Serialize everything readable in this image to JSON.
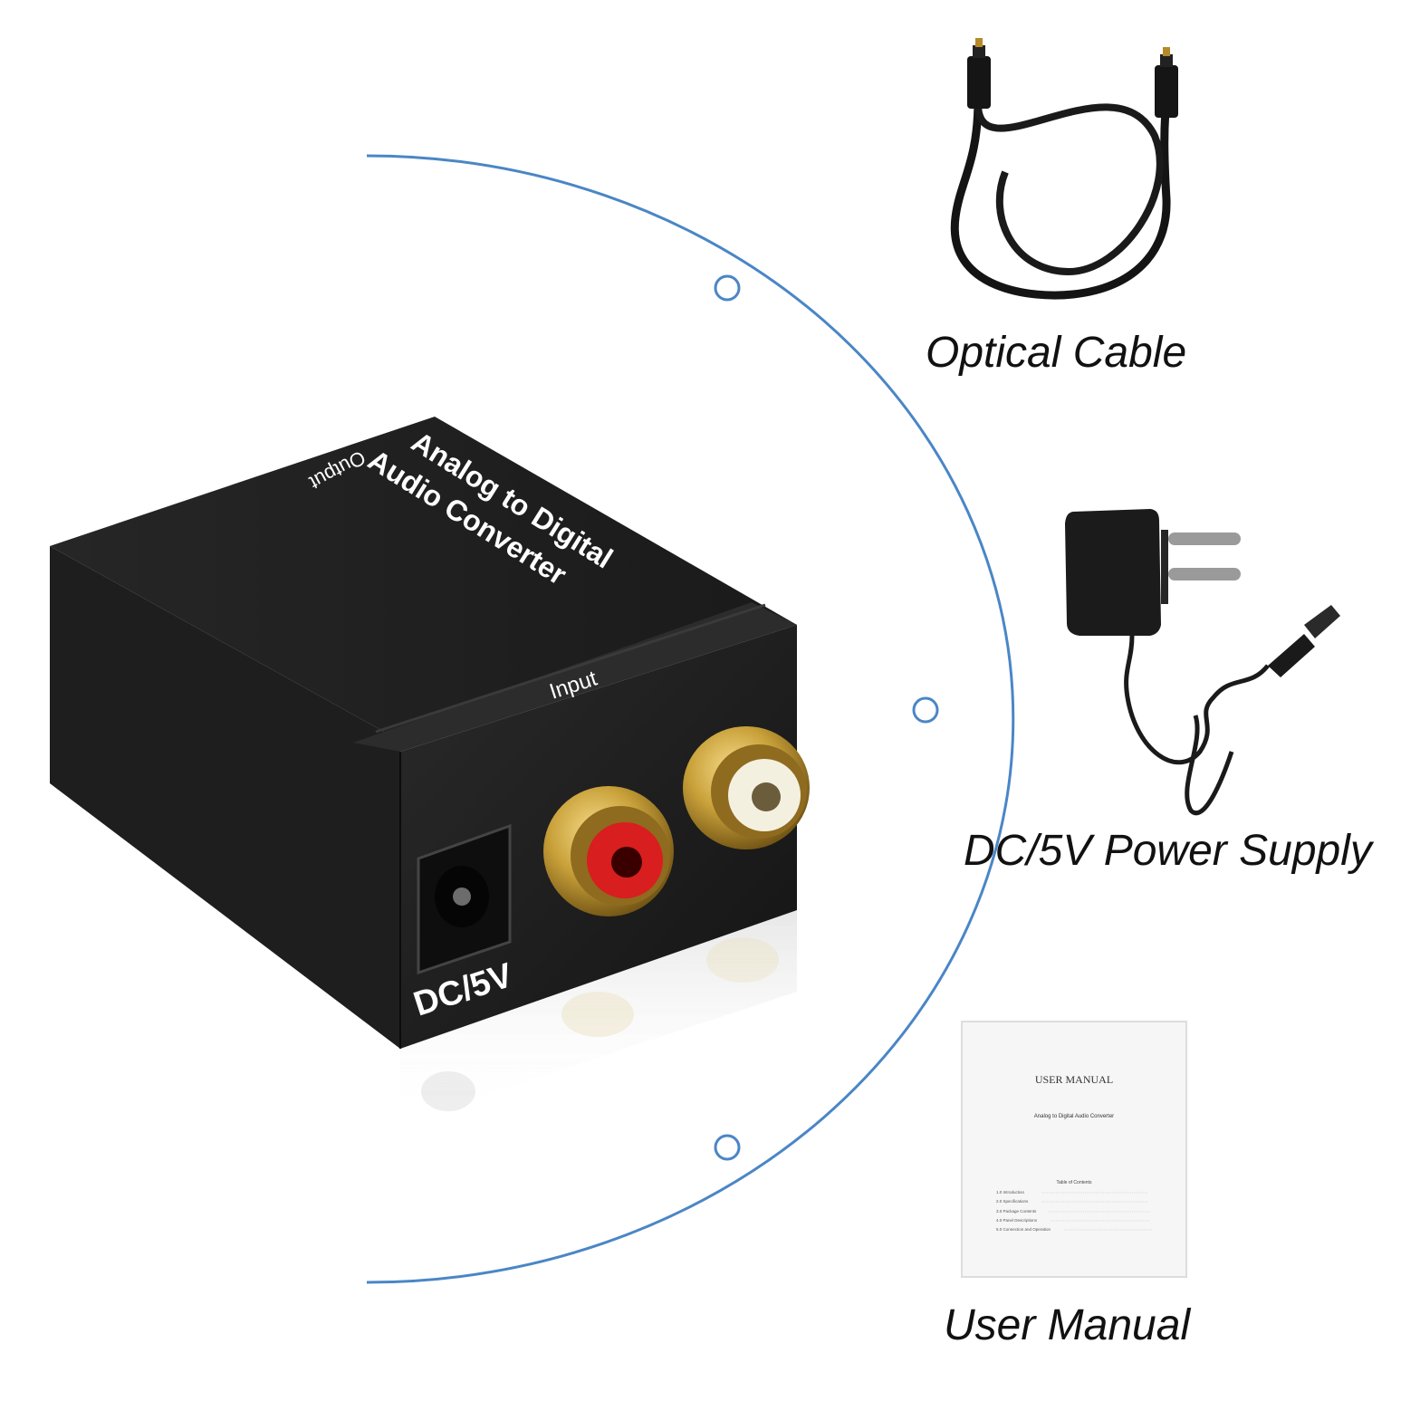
{
  "converter": {
    "top_title_line1": "Analog to Digital",
    "top_title_line2": "Audio Converter",
    "output_label": "Output",
    "input_label": "Input",
    "dc_label": "DC/5V"
  },
  "accessories": [
    {
      "id": "optical-cable",
      "label": "Optical Cable",
      "icon": "optical-cable-image"
    },
    {
      "id": "power-supply",
      "label": "DC/5V Power Supply",
      "icon": "power-adapter-image"
    },
    {
      "id": "user-manual",
      "label": "User Manual",
      "icon": "manual-booklet-image"
    }
  ],
  "manual": {
    "title": "USER MANUAL",
    "subtitle": "Analog to Digital Audio Converter",
    "toc_heading": "Table of Contents",
    "toc": [
      "1.0 Introduction",
      "2.0 Specifications",
      "3.0 Package Contents",
      "4.0 Panel Descriptions",
      "5.0 Connection and Operation"
    ]
  },
  "colors": {
    "arc": "#4a86c6",
    "body_dark": "#1c1c1c",
    "gold": "#c9a13a",
    "rca_red": "#d81e1e",
    "rca_white": "#f4f0e0"
  }
}
